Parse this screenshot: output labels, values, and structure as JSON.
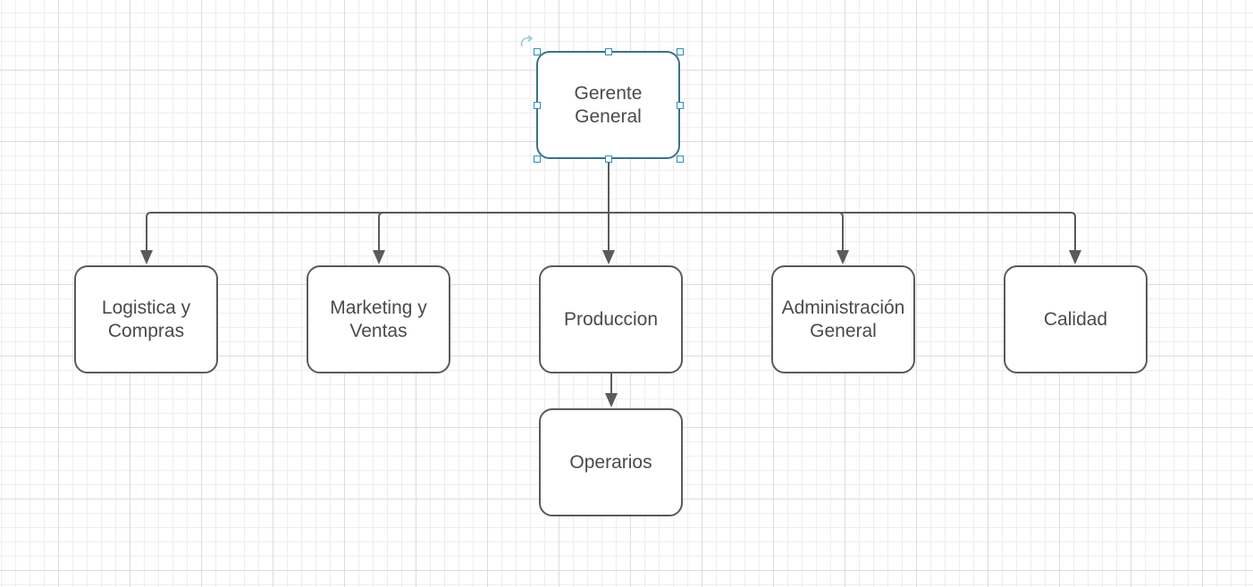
{
  "canvas": {
    "grid": true,
    "accent_color": "#2e8fb5",
    "selected_border_color": "#3a7189",
    "node_border_color": "#5a5a5a",
    "connector_color": "#5a5a5a"
  },
  "nodes": {
    "root": {
      "label": "Gerente\nGeneral",
      "selected": true
    },
    "logistica": {
      "label": "Logistica y\nCompras"
    },
    "marketing": {
      "label": "Marketing y\nVentas"
    },
    "produccion": {
      "label": "Produccion"
    },
    "administracion": {
      "label": "Administración\nGeneral"
    },
    "calidad": {
      "label": "Calidad"
    },
    "operarios": {
      "label": "Operarios"
    }
  },
  "connections": [
    {
      "from": "Gerente General",
      "to": "Logistica y Compras"
    },
    {
      "from": "Gerente General",
      "to": "Marketing y Ventas"
    },
    {
      "from": "Gerente General",
      "to": "Produccion"
    },
    {
      "from": "Gerente General",
      "to": "Administración General"
    },
    {
      "from": "Gerente General",
      "to": "Calidad"
    },
    {
      "from": "Produccion",
      "to": "Operarios"
    }
  ],
  "icons": {
    "rotate": "rotate-icon",
    "resize_handle": "resize-handle-icon"
  }
}
